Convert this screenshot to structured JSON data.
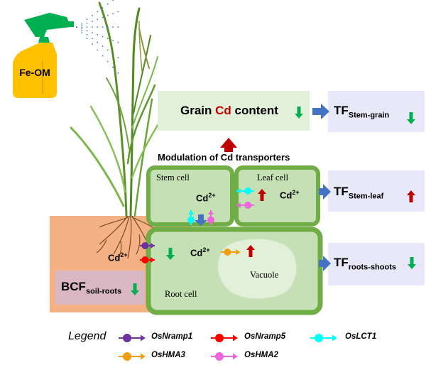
{
  "sprayer": {
    "label": "Fe-OM"
  },
  "grain_panel": {
    "prefix": "Grain ",
    "element": "Cd",
    "suffix": " content",
    "trend": "down"
  },
  "modulation": {
    "label": "Modulation of Cd transporters"
  },
  "cells": {
    "stem": {
      "label": "Stem cell",
      "ion_base": "Cd",
      "ion_sup": "2+"
    },
    "leaf": {
      "label": "Leaf cell",
      "ion_base": "Cd",
      "ion_sup": "2+"
    },
    "root": {
      "label": "Root cell",
      "ion_base": "Cd",
      "ion_sup": "2+",
      "vacuole": "Vacuole"
    }
  },
  "soil": {
    "ion_base": "Cd",
    "ion_sup": "2+"
  },
  "bcf": {
    "base": "BCF",
    "sub": "soil-roots",
    "trend": "down"
  },
  "tf": [
    {
      "id": "stem-grain",
      "base": "TF",
      "sub": "Stem-grain",
      "trend": "down"
    },
    {
      "id": "stem-leaf",
      "base": "TF",
      "sub": "Stem-leaf",
      "trend": "up"
    },
    {
      "id": "roots-shoots",
      "base": "TF",
      "sub": "roots-shoots",
      "trend": "down"
    }
  ],
  "legend": {
    "title": "Legend",
    "items": [
      {
        "name": "OsNramp1",
        "color": "#7030a0"
      },
      {
        "name": "OsNramp5",
        "color": "#ff0000"
      },
      {
        "name": "OsLCT1",
        "color": "#00ffff"
      },
      {
        "name": "OsHMA3",
        "color": "#f39c12"
      },
      {
        "name": "OsHMA2",
        "color": "#ee66dd"
      }
    ]
  },
  "colors": {
    "cell_border": "#70ad47",
    "cell_fill": "#c5e0b4",
    "panel_fill": "#e2f0d9",
    "tf_fill": "#e8e8f8",
    "soil": "#f4b183",
    "bcf_fill": "#d9b8c4",
    "down_arrow": "#00b050",
    "up_arrow": "#c00000",
    "blue_arrow": "#4472c4",
    "cd_red": "#c00000",
    "sprayer": "#ffc000",
    "nozzle": "#00b050"
  }
}
